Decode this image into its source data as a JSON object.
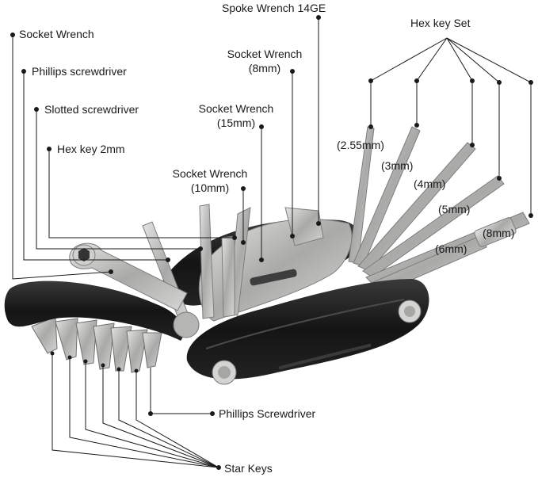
{
  "labels": {
    "socket_wrench": "Socket Wrench",
    "phillips_screwdriver": "Phillips screwdriver",
    "slotted_screwdriver": "Slotted screwdriver",
    "hex_key_2mm": "Hex key 2mm",
    "spoke_wrench": "Spoke Wrench 14GE",
    "socket_wrench_8": "Socket Wrench",
    "socket_wrench_8_size": "(8mm)",
    "socket_wrench_15": "Socket Wrench",
    "socket_wrench_15_size": "(15mm)",
    "socket_wrench_10": "Socket Wrench",
    "socket_wrench_10_size": "(10mm)",
    "hex_key_set": "Hex key Set",
    "hex_255": "(2.55mm)",
    "hex_3": "(3mm)",
    "hex_4": "(4mm)",
    "hex_5": "(5mm)",
    "hex_8": "(8mm)",
    "hex_6": "(6mm)",
    "phillips_screwdriver_bottom": "Phillips Screwdriver",
    "star_keys": "Star Keys"
  },
  "colors": {
    "line": "#1a1a1a",
    "metal": "#b9b9b7",
    "metal_dark": "#8f8f8d",
    "handle": "#1c1c1c",
    "handle_shine": "#3a3a3a"
  }
}
